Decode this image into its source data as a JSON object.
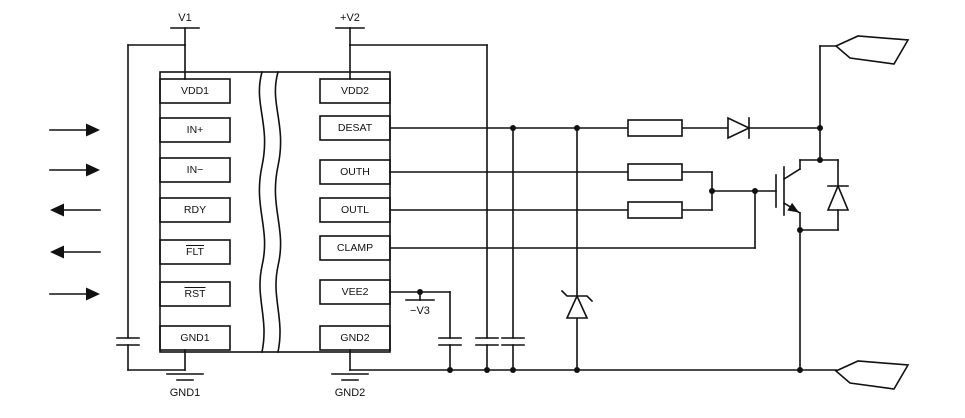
{
  "colors": {
    "line": "#111111",
    "background": "#ffffff"
  },
  "ic": {
    "left_pins": [
      {
        "label": "VDD1"
      },
      {
        "label": "IN+"
      },
      {
        "label": "IN−"
      },
      {
        "label": "RDY"
      },
      {
        "label": "FLT",
        "overline": true
      },
      {
        "label": "RST",
        "overline": true
      },
      {
        "label": "GND1"
      }
    ],
    "right_pins": [
      {
        "label": "VDD2"
      },
      {
        "label": "DESAT"
      },
      {
        "label": "OUTH"
      },
      {
        "label": "OUTL"
      },
      {
        "label": "CLAMP"
      },
      {
        "label": "VEE2"
      },
      {
        "label": "GND2"
      }
    ]
  },
  "labels": {
    "v1": "V1",
    "v2": "+V2",
    "v3": "−V3",
    "gnd1": "GND1",
    "gnd2": "GND2"
  }
}
